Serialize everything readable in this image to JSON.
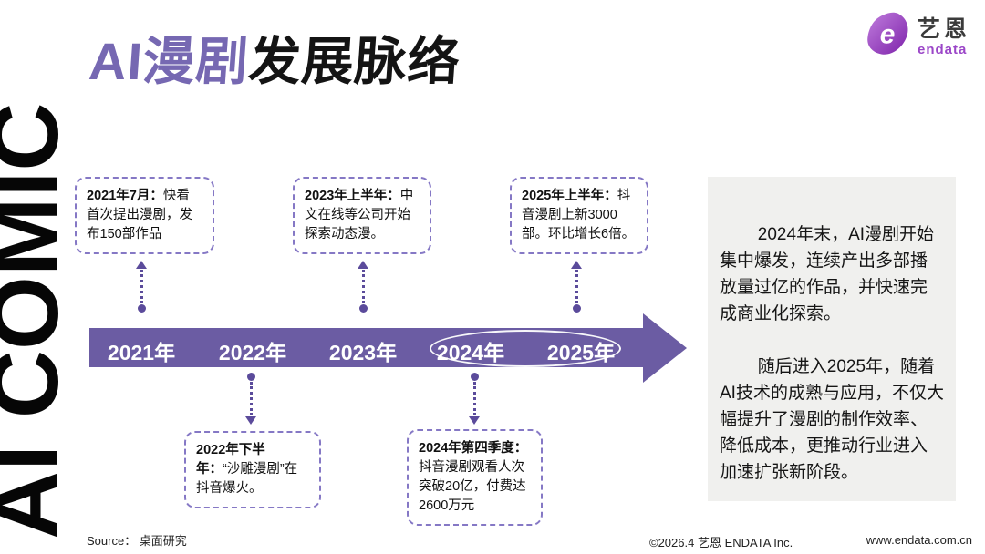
{
  "banner": {
    "text": "AI COMIC"
  },
  "header": {
    "title_highlight": "AI漫剧",
    "title_rest": "发展脉络"
  },
  "logo": {
    "glyph": "e",
    "name_zh": "艺恩",
    "name_en": "endata"
  },
  "timeline": {
    "years": [
      "2021年",
      "2022年",
      "2023年",
      "2024年",
      "2025年"
    ],
    "emphasized_years": [
      "2024年",
      "2025年"
    ],
    "milestones": [
      {
        "label": "2021年7月：",
        "text": "快看首次提出漫剧，发布150部作品",
        "position": "top"
      },
      {
        "label": "2022年下半年：",
        "text": "“沙雕漫剧”在抖音爆火。",
        "position": "bottom"
      },
      {
        "label": "2023年上半年：",
        "text": "中文在线等公司开始探索动态漫。",
        "position": "top"
      },
      {
        "label": "2024年第四季度：",
        "text": "抖音漫剧观看人次突破20亿，付费达2600万元",
        "position": "bottom"
      },
      {
        "label": "2025年上半年：",
        "text": "抖音漫剧上新3000部。环比增长6倍。",
        "position": "top"
      }
    ]
  },
  "summary": {
    "paragraph1": "2024年末，AI漫剧开始集中爆发，连续产出多部播放量过亿的作品，并快速完成商业化探索。",
    "paragraph2": "随后进入2025年，随着AI技术的成熟与应用，不仅大幅提升了漫剧的制作效率、降低成本，更推动行业进入加速扩张新阶段。"
  },
  "footer": {
    "source": "Source： 桌面研究",
    "copyright": "©2026.4 艺恩 ENDATA Inc.",
    "website": "www.endata.com.cn"
  },
  "colors": {
    "title_accent": "#7668B2",
    "timeline_bar": "#6B5CA3",
    "connector": "#5B4B9B",
    "box_border": "#8578C5",
    "panel_bg": "#F0F0EE",
    "logo_purple": "#9B46C8",
    "text_black": "#111111"
  }
}
